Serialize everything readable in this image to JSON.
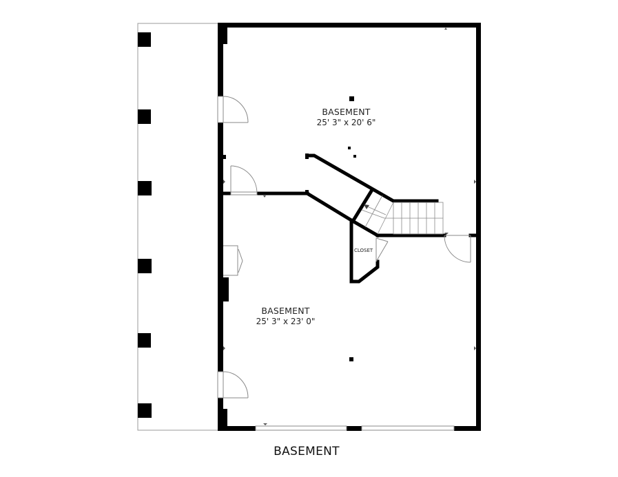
{
  "floor_title": "BASEMENT",
  "rooms": [
    {
      "name": "BASEMENT",
      "dimensions": "25' 3\" x 20' 6\""
    },
    {
      "name": "BASEMENT",
      "dimensions": "25' 3\" x 23' 0\""
    },
    {
      "name": "CLOSET",
      "dimensions": ""
    }
  ],
  "colors": {
    "wall": "#000000",
    "thin_line": "#888888",
    "background": "#ffffff",
    "text": "#222222"
  }
}
